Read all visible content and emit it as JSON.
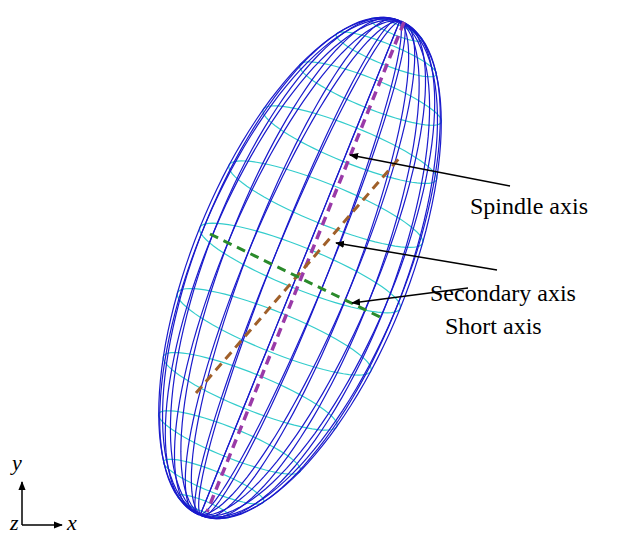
{
  "diagram": {
    "labels": [
      "Spindle axis",
      "Secondary axis",
      "Short axis",
      "y",
      "z",
      "x"
    ]
  }
}
